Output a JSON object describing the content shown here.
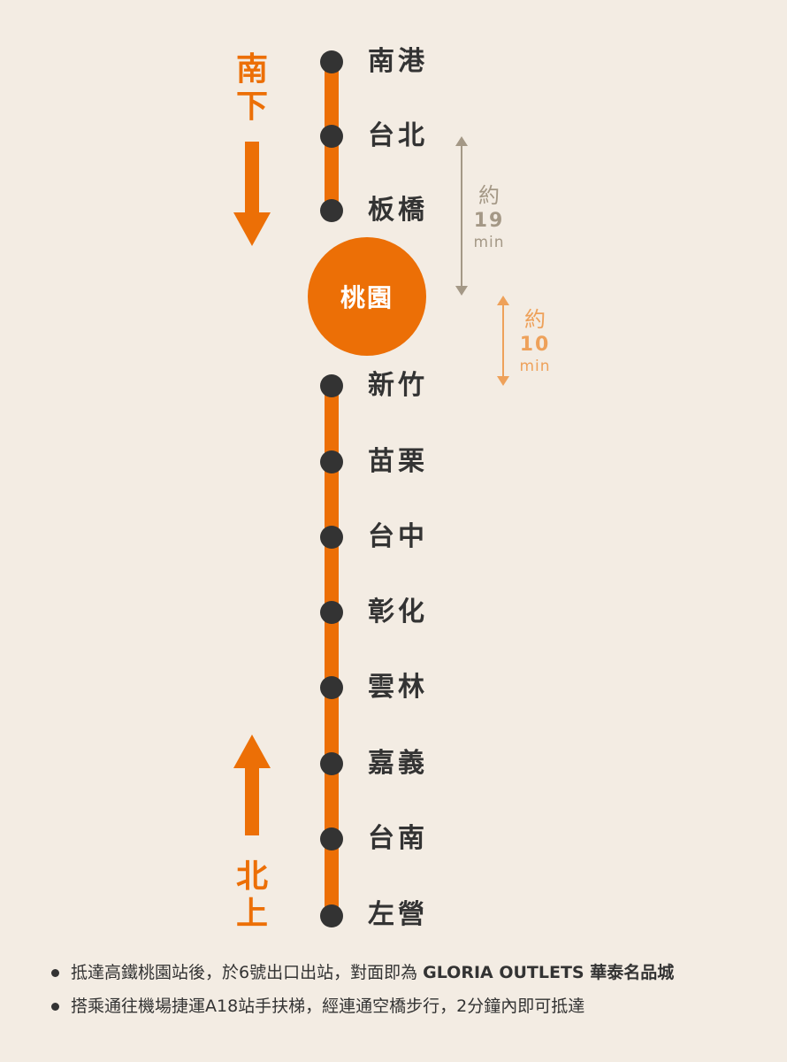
{
  "hub_station": "桃園",
  "stations_north": [
    "南港",
    "台北",
    "板橋"
  ],
  "stations_south": [
    "新竹",
    "苗栗",
    "台中",
    "彰化",
    "雲林",
    "嘉義",
    "台南",
    "左營"
  ],
  "direction_south": {
    "line1": "南",
    "line2": "下"
  },
  "direction_north": {
    "line1": "北",
    "line2": "上"
  },
  "time_taipei": {
    "prefix": "約",
    "value": "19",
    "unit": "min"
  },
  "time_hsinchu": {
    "prefix": "約",
    "value": "10",
    "unit": "min"
  },
  "notes": [
    {
      "before": "抵達高鐵桃園站後，於6號出口出站，對面即為 ",
      "bold": "GLORIA OUTLETS 華泰名品城"
    },
    {
      "before": "搭乘通往機場捷運A18站手扶梯，經連通空橋步行，2分鐘內即可抵達",
      "bold": ""
    }
  ],
  "colors": {
    "accent": "#ec6f06",
    "dot": "#333333",
    "background": "#f3ece3",
    "time_gray": "#a49886",
    "time_orange": "#eea15a"
  }
}
